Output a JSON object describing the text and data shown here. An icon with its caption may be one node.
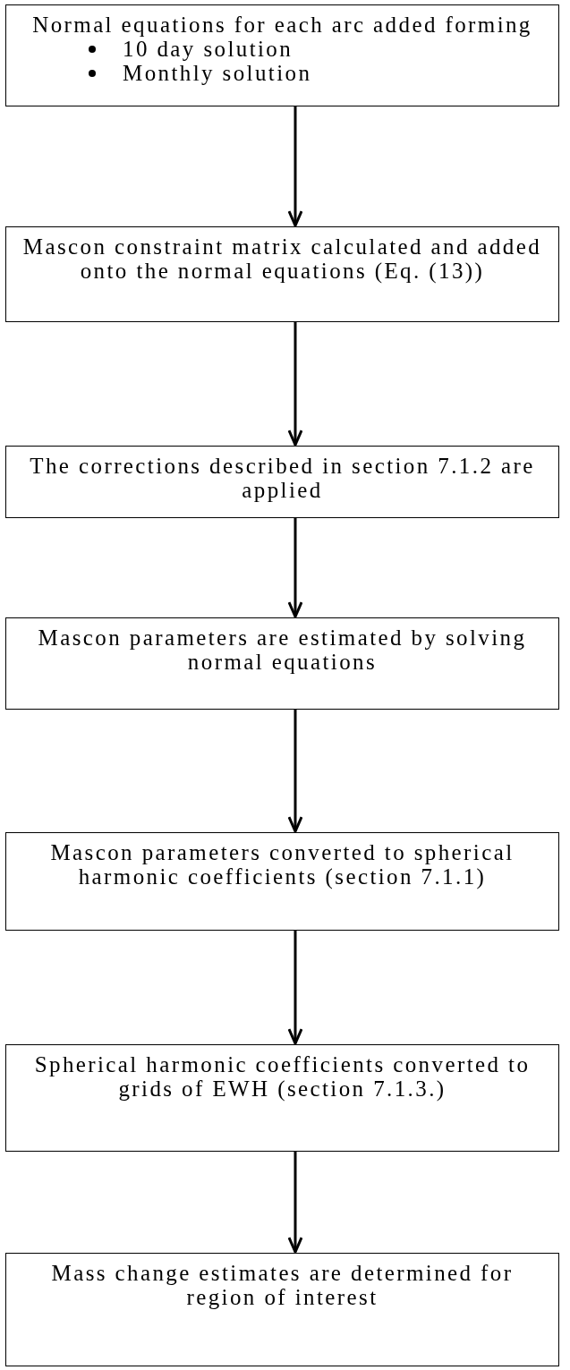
{
  "diagram": {
    "nodes": [
      {
        "text": [
          "Normal equations for each arc added forming",
          "10 day solution",
          "Monthly solution"
        ]
      },
      {
        "text": [
          "Mascon constraint matrix calculated and added onto the normal equations (Eq. (13))"
        ]
      },
      {
        "text": [
          "The corrections described in section 7.1.2 are applied"
        ]
      },
      {
        "text": [
          "Mascon parameters are estimated by solving normal equations"
        ]
      },
      {
        "text": [
          "Mascon parameters converted to spherical harmonic coefficients (section 7.1.1)"
        ]
      },
      {
        "text": [
          "Spherical harmonic coefficients converted to grids of EWH (section 7.1.3.)"
        ]
      },
      {
        "text": [
          "Mass change estimates are determined for region of interest"
        ]
      }
    ],
    "edges": [
      {
        "from": 0,
        "to": 1,
        "arrow": "to"
      },
      {
        "from": 1,
        "to": 2,
        "arrow": "to"
      },
      {
        "from": 2,
        "to": 3,
        "arrow": "to"
      },
      {
        "from": 3,
        "to": 4,
        "arrow": "to"
      },
      {
        "from": 4,
        "to": 5,
        "arrow": "to"
      },
      {
        "from": 5,
        "to": 6,
        "arrow": "to"
      }
    ]
  }
}
